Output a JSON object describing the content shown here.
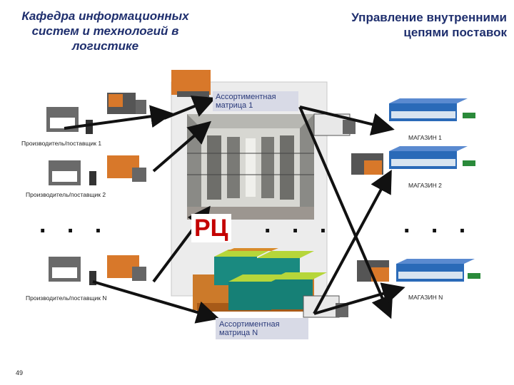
{
  "header": {
    "left_line1": "Кафедра информационных",
    "left_line2": "систем и технологий в",
    "left_line3": "логистике",
    "right_line1": "Управление внутренними",
    "right_line2": "цепями поставок"
  },
  "matrix_top": {
    "line1": "Ассортиментная",
    "line2": "матрица 1"
  },
  "matrix_bottom": {
    "line1": "Ассортиментная",
    "line2": "матрица N"
  },
  "suppliers": [
    {
      "label": "Производитель/поставщик 1"
    },
    {
      "label": "Производитель/поставщик 2"
    },
    {
      "label": "Производитель/поставщик N"
    }
  ],
  "stores": [
    {
      "label": "МАГАЗИН 1"
    },
    {
      "label": "МАГАЗИН 2"
    },
    {
      "label": "МАГАЗИН N"
    }
  ],
  "center_label": "РЦ",
  "ellipsis": ". . .",
  "page_number": "49",
  "colors": {
    "title": "#1f2f6e",
    "rc": "#c40000",
    "box": "#d8782a",
    "pallet": "#1a8a80"
  }
}
